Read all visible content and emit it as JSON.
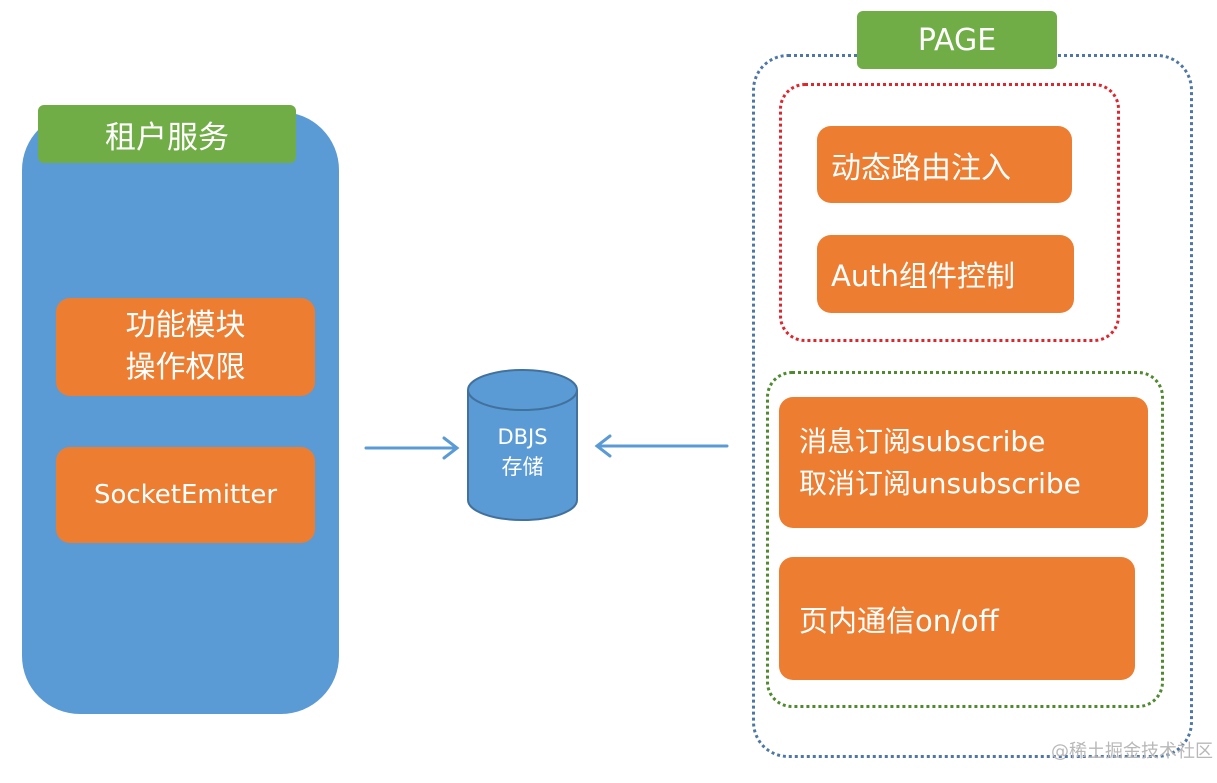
{
  "tenant": {
    "title": "租户服务",
    "modules": {
      "line1": "功能模块",
      "line2": "操作权限"
    },
    "socket": "SocketEmitter"
  },
  "storage": {
    "line1": "DBJS",
    "line2": "存储"
  },
  "page": {
    "title": "PAGE",
    "routing": {
      "dynamic_route": "动态路由注入",
      "auth_control": "Auth组件控制"
    },
    "messaging": {
      "subscribe": "消息订阅subscribe",
      "unsubscribe": "取消订阅unsubscribe",
      "in_page": "页内通信on/off"
    }
  },
  "watermark": "@稀土掘金技术社区",
  "colors": {
    "blue": "#5b9bd5",
    "green": "#70ad47",
    "orange": "#ed7d31",
    "red_dotted": "#e0252c",
    "green_dotted": "#4f8a2f",
    "blue_dotted": "#4e76a6"
  }
}
